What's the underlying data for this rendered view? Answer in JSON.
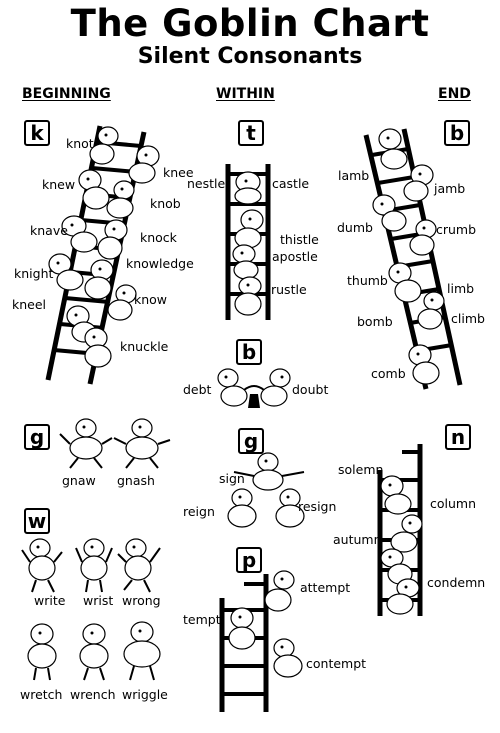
{
  "title": "The Goblin Chart",
  "subtitle": "Silent Consonants",
  "columns": {
    "beginning": "BEGINNING",
    "within": "WITHIN",
    "end": "END"
  },
  "sections": {
    "k": {
      "letter": "k",
      "words": [
        "knot",
        "knee",
        "knew",
        "knob",
        "knave",
        "knock",
        "knowledge",
        "knight",
        "know",
        "kneel",
        "knuckle"
      ]
    },
    "t": {
      "letter": "t",
      "words": [
        "nestle",
        "castle",
        "thistle",
        "apostle",
        "rustle"
      ]
    },
    "b_within": {
      "letter": "b",
      "words": [
        "debt",
        "doubt"
      ]
    },
    "b_end": {
      "letter": "b",
      "words": [
        "lamb",
        "jamb",
        "dumb",
        "crumb",
        "thumb",
        "limb",
        "bomb",
        "climb",
        "comb"
      ]
    },
    "g_begin": {
      "letter": "g",
      "words": [
        "gnaw",
        "gnash"
      ]
    },
    "g_within": {
      "letter": "g",
      "words": [
        "sign",
        "reign",
        "resign"
      ]
    },
    "n": {
      "letter": "n",
      "words": [
        "solemn",
        "column",
        "autumn",
        "condemn"
      ]
    },
    "w": {
      "letter": "w",
      "words": [
        "write",
        "wrist",
        "wrong",
        "wretch",
        "wrench",
        "wriggle"
      ]
    },
    "p": {
      "letter": "p",
      "words": [
        "attempt",
        "tempt",
        "contempt"
      ]
    }
  }
}
